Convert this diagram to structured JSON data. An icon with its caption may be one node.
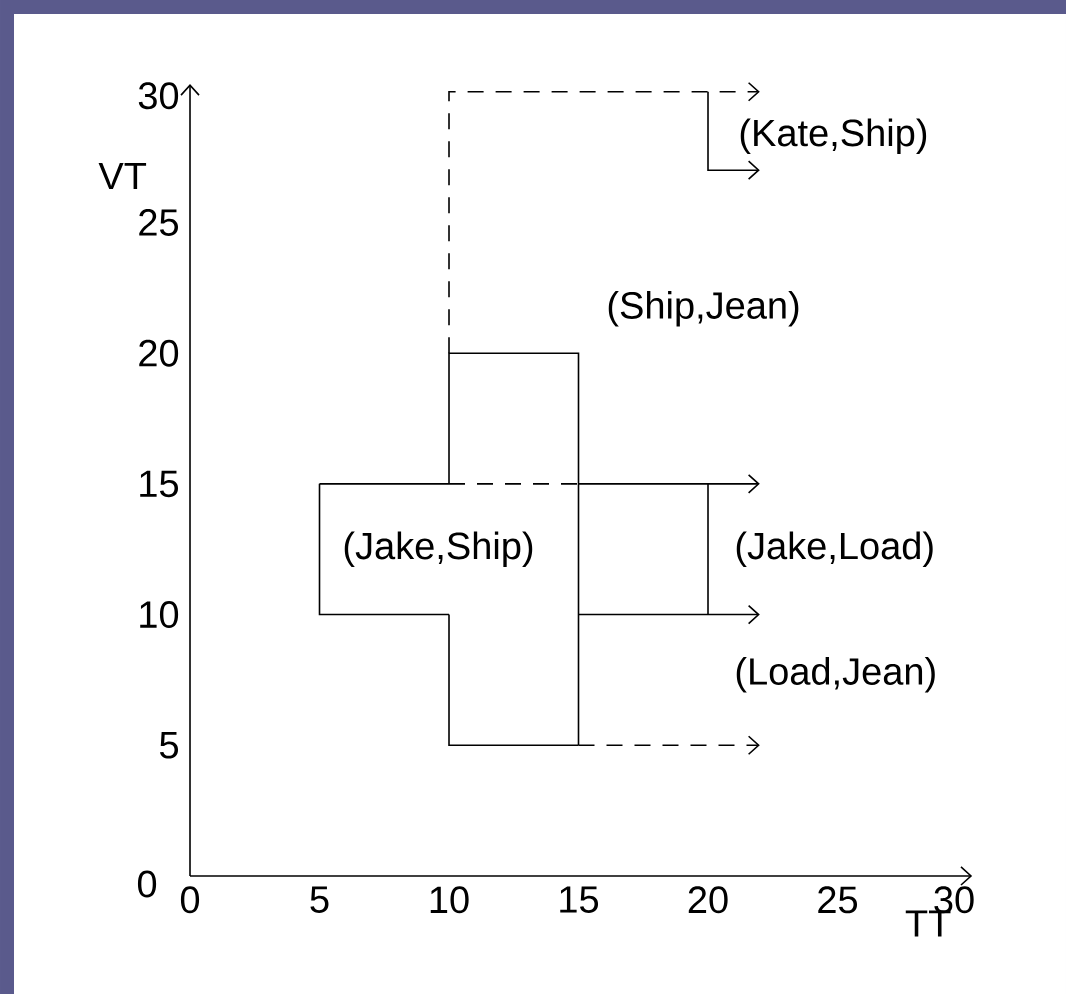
{
  "diagram": {
    "labels": [
      "30",
      "VT",
      "25",
      "(Kate,Ship)",
      "(Ship,Jean)",
      "20",
      "15",
      "(Jake,Ship)",
      "(Jake,Load)",
      "10",
      "(Load,Jean)",
      "5",
      "0",
      "0",
      "5",
      "10",
      "15",
      "20",
      "25",
      "30",
      "TT"
    ]
  }
}
